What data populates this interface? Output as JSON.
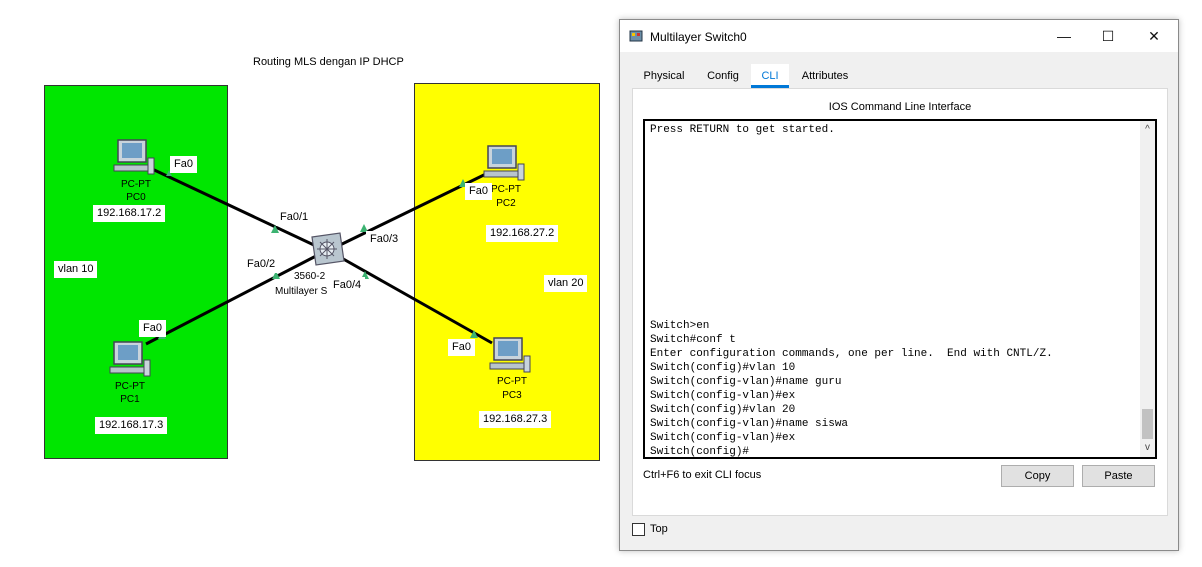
{
  "topology": {
    "title": "Routing MLS dengan IP DHCP",
    "vlan10_label": "vlan 10",
    "vlan20_label": "vlan 20",
    "pc0": {
      "type": "PC-PT",
      "name": "PC0",
      "ip": "192.168.17.2",
      "port": "Fa0"
    },
    "pc1": {
      "type": "PC-PT",
      "name": "PC1",
      "ip": "192.168.17.3",
      "port": "Fa0"
    },
    "pc2": {
      "type": "PC-PT",
      "name": "PC2",
      "ip": "192.168.27.2",
      "port": "Fa0"
    },
    "pc3": {
      "type": "PC-PT",
      "name": "PC3",
      "ip": "192.168.27.3",
      "port": "Fa0"
    },
    "switch": {
      "model": "3560-2",
      "name": "Multilayer S",
      "ports": [
        "Fa0/1",
        "Fa0/2",
        "Fa0/3",
        "Fa0/4"
      ]
    },
    "colors": {
      "vlan10": "#00e600",
      "vlan20": "#ffff00",
      "link": "#000000",
      "port_ok": "#3cb371"
    }
  },
  "window": {
    "title": "Multilayer Switch0",
    "controls": {
      "minimize": "—",
      "maximize": "☐",
      "close": "✕"
    },
    "tabs": [
      "Physical",
      "Config",
      "CLI",
      "Attributes"
    ],
    "active_tab": "CLI",
    "cli_title": "IOS Command Line Interface",
    "cli_lines": [
      "Press RETURN to get started.",
      "",
      "",
      "",
      "",
      "",
      "",
      "",
      "",
      "",
      "",
      "",
      "",
      "",
      "Switch>en",
      "Switch#conf t",
      "Enter configuration commands, one per line.  End with CNTL/Z.",
      "Switch(config)#vlan 10",
      "Switch(config-vlan)#name guru",
      "Switch(config-vlan)#ex",
      "Switch(config)#vlan 20",
      "Switch(config-vlan)#name siswa",
      "Switch(config-vlan)#ex",
      "Switch(config)#"
    ],
    "scroll_up": "^",
    "scroll_down": "v",
    "hint": "Ctrl+F6 to exit CLI focus",
    "copy_label": "Copy",
    "paste_label": "Paste",
    "top_label": "Top",
    "accent": "#0078d7"
  }
}
